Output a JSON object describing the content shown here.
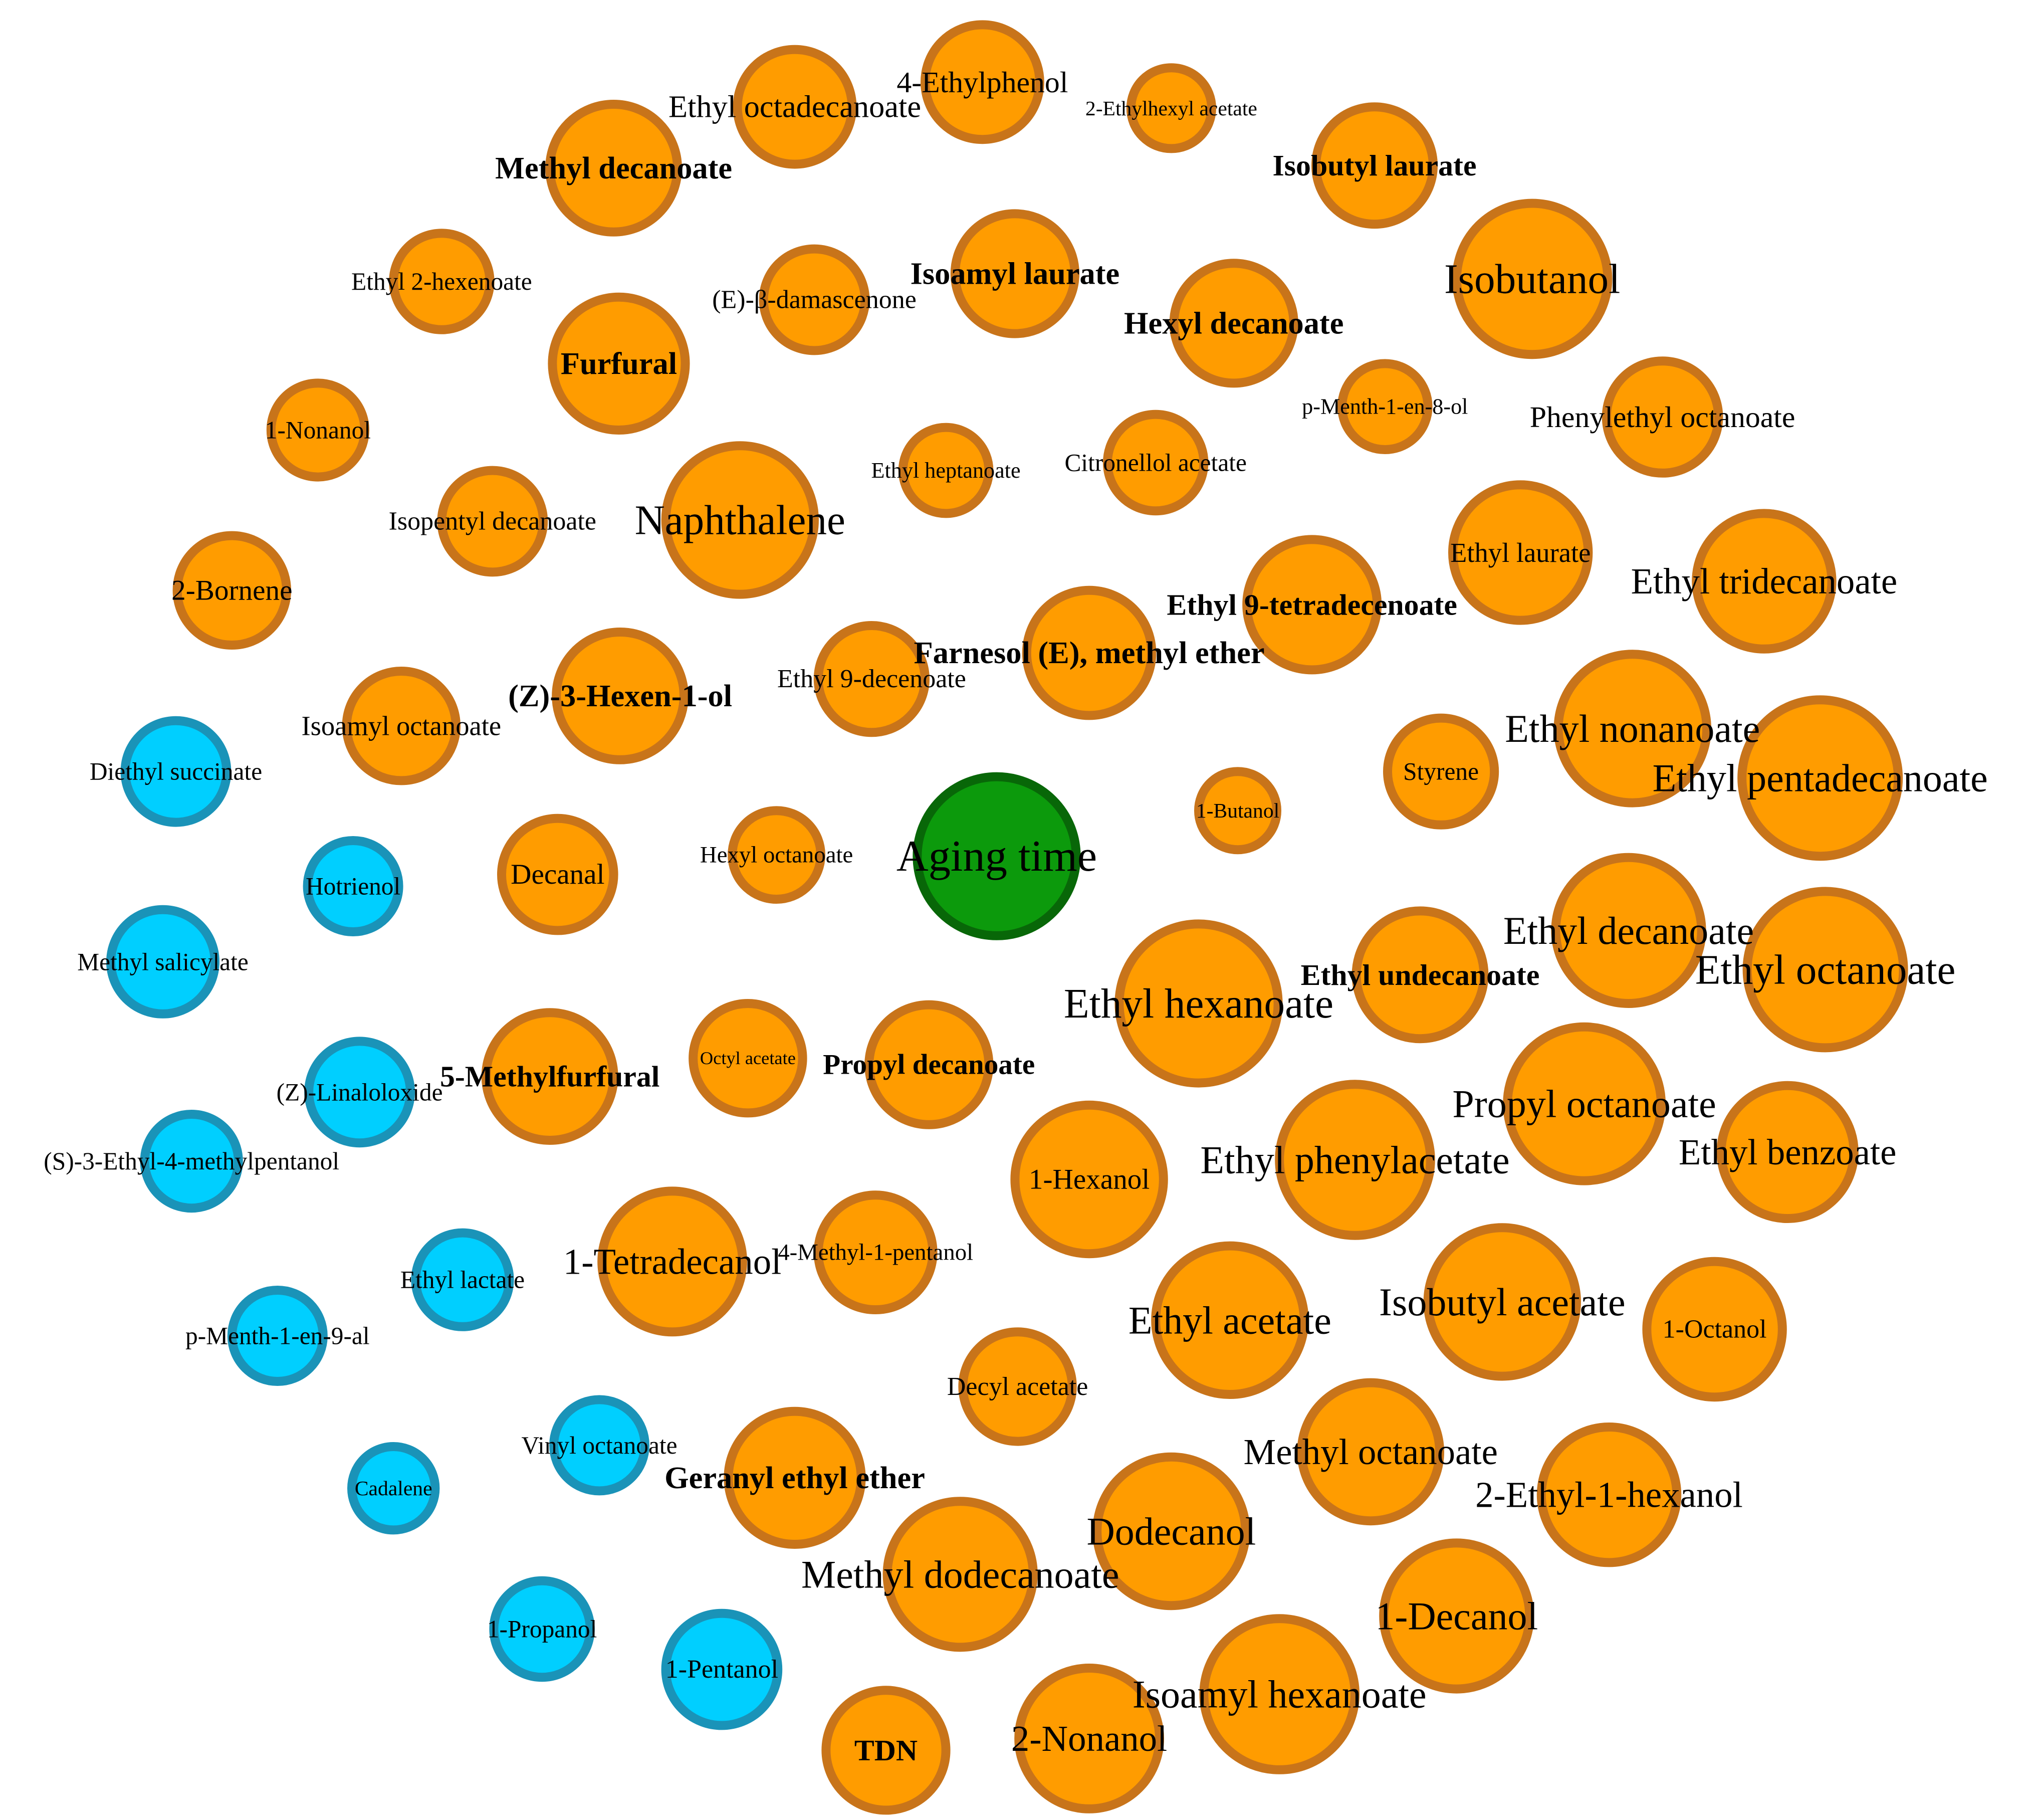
{
  "colors": {
    "orange_fill": "#FF9C00",
    "orange_stroke": "#C8741A",
    "blue_fill": "#00CFFF",
    "blue_stroke": "#1A93B8",
    "green_fill": "#0C9A0C",
    "green_stroke": "#086708"
  },
  "center": {
    "label": "Aging time",
    "group": "green"
  },
  "nodes": [
    {
      "label": "Aging time",
      "group": "green",
      "weight": "normal"
    },
    {
      "label": "4-Ethylphenol",
      "group": "orange",
      "weight": "normal"
    },
    {
      "label": "Ethyl octadecanoate",
      "group": "orange",
      "weight": "normal"
    },
    {
      "label": "2-Ethylhexyl acetate",
      "group": "orange",
      "weight": "normal"
    },
    {
      "label": "Methyl decanoate",
      "group": "orange",
      "weight": "bold"
    },
    {
      "label": "Isobutyl laurate",
      "group": "orange",
      "weight": "bold"
    },
    {
      "label": "Ethyl 2-hexenoate",
      "group": "orange",
      "weight": "normal"
    },
    {
      "label": "(E)-β-damascenone",
      "group": "orange",
      "weight": "normal"
    },
    {
      "label": "Isoamyl laurate",
      "group": "orange",
      "weight": "bold"
    },
    {
      "label": "Isobutanol",
      "group": "orange",
      "weight": "normal"
    },
    {
      "label": "Hexyl decanoate",
      "group": "orange",
      "weight": "bold"
    },
    {
      "label": "Furfural",
      "group": "orange",
      "weight": "bold"
    },
    {
      "label": "1-Nonanol",
      "group": "orange",
      "weight": "normal"
    },
    {
      "label": "p-Menth-1-en-8-ol",
      "group": "orange",
      "weight": "normal"
    },
    {
      "label": "Phenylethyl octanoate",
      "group": "orange",
      "weight": "normal"
    },
    {
      "label": "Ethyl heptanoate",
      "group": "orange",
      "weight": "normal"
    },
    {
      "label": "Citronellol acetate",
      "group": "orange",
      "weight": "normal"
    },
    {
      "label": "Isopentyl decanoate",
      "group": "orange",
      "weight": "normal"
    },
    {
      "label": "Naphthalene",
      "group": "orange",
      "weight": "normal"
    },
    {
      "label": "Ethyl laurate",
      "group": "orange",
      "weight": "normal"
    },
    {
      "label": "Ethyl tridecanoate",
      "group": "orange",
      "weight": "normal"
    },
    {
      "label": "2-Bornene",
      "group": "orange",
      "weight": "normal"
    },
    {
      "label": "Ethyl 9-tetradecenoate",
      "group": "orange",
      "weight": "bold"
    },
    {
      "label": "Farnesol (E), methyl ether",
      "group": "orange",
      "weight": "bold"
    },
    {
      "label": "(Z)-3-Hexen-1-ol",
      "group": "orange",
      "weight": "bold"
    },
    {
      "label": "Ethyl 9-decenoate",
      "group": "orange",
      "weight": "normal"
    },
    {
      "label": "Isoamyl octanoate",
      "group": "orange",
      "weight": "normal"
    },
    {
      "label": "Ethyl nonanoate",
      "group": "orange",
      "weight": "normal"
    },
    {
      "label": "Diethyl succinate",
      "group": "blue",
      "weight": "normal"
    },
    {
      "label": "Styrene",
      "group": "orange",
      "weight": "normal"
    },
    {
      "label": "Ethyl pentadecanoate",
      "group": "orange",
      "weight": "normal"
    },
    {
      "label": "1-Butanol",
      "group": "orange",
      "weight": "normal"
    },
    {
      "label": "Hotrienol",
      "group": "blue",
      "weight": "normal"
    },
    {
      "label": "Decanal",
      "group": "orange",
      "weight": "normal"
    },
    {
      "label": "Hexyl octanoate",
      "group": "orange",
      "weight": "normal"
    },
    {
      "label": "Methyl salicylate",
      "group": "blue",
      "weight": "normal"
    },
    {
      "label": "Ethyl decanoate",
      "group": "orange",
      "weight": "normal"
    },
    {
      "label": "Ethyl undecanoate",
      "group": "orange",
      "weight": "bold"
    },
    {
      "label": "Ethyl octanoate",
      "group": "orange",
      "weight": "normal"
    },
    {
      "label": "Ethyl hexanoate",
      "group": "orange",
      "weight": "normal"
    },
    {
      "label": "Octyl acetate",
      "group": "orange",
      "weight": "normal"
    },
    {
      "label": "Propyl decanoate",
      "group": "orange",
      "weight": "bold"
    },
    {
      "label": "5-Methylfurfural",
      "group": "orange",
      "weight": "bold"
    },
    {
      "label": "(Z)-Linaloloxide",
      "group": "blue",
      "weight": "normal"
    },
    {
      "label": "Propyl octanoate",
      "group": "orange",
      "weight": "normal"
    },
    {
      "label": "(S)-3-Ethyl-4-methylpentanol",
      "group": "blue",
      "weight": "normal"
    },
    {
      "label": "1-Hexanol",
      "group": "orange",
      "weight": "normal"
    },
    {
      "label": "Ethyl phenylacetate",
      "group": "orange",
      "weight": "normal"
    },
    {
      "label": "Ethyl benzoate",
      "group": "orange",
      "weight": "normal"
    },
    {
      "label": "1-Tetradecanol",
      "group": "orange",
      "weight": "normal"
    },
    {
      "label": "4-Methyl-1-pentanol",
      "group": "orange",
      "weight": "normal"
    },
    {
      "label": "Ethyl lactate",
      "group": "blue",
      "weight": "normal"
    },
    {
      "label": "Isobutyl acetate",
      "group": "orange",
      "weight": "normal"
    },
    {
      "label": "Ethyl acetate",
      "group": "orange",
      "weight": "normal"
    },
    {
      "label": "1-Octanol",
      "group": "orange",
      "weight": "normal"
    },
    {
      "label": "p-Menth-1-en-9-al",
      "group": "blue",
      "weight": "normal"
    },
    {
      "label": "Decyl acetate",
      "group": "orange",
      "weight": "normal"
    },
    {
      "label": "Methyl octanoate",
      "group": "orange",
      "weight": "normal"
    },
    {
      "label": "Vinyl octanoate",
      "group": "blue",
      "weight": "normal"
    },
    {
      "label": "Geranyl ethyl ether",
      "group": "orange",
      "weight": "bold"
    },
    {
      "label": "2-Ethyl-1-hexanol",
      "group": "orange",
      "weight": "normal"
    },
    {
      "label": "Cadalene",
      "group": "blue",
      "weight": "normal"
    },
    {
      "label": "Dodecanol",
      "group": "orange",
      "weight": "normal"
    },
    {
      "label": "Methyl dodecanoate",
      "group": "orange",
      "weight": "normal"
    },
    {
      "label": "1-Decanol",
      "group": "orange",
      "weight": "normal"
    },
    {
      "label": "1-Propanol",
      "group": "blue",
      "weight": "normal"
    },
    {
      "label": "1-Pentanol",
      "group": "blue",
      "weight": "normal"
    },
    {
      "label": "Isoamyl hexanoate",
      "group": "orange",
      "weight": "normal"
    },
    {
      "label": "TDN",
      "group": "orange",
      "weight": "bold"
    },
    {
      "label": "2-Nonanol",
      "group": "orange",
      "weight": "normal"
    }
  ]
}
